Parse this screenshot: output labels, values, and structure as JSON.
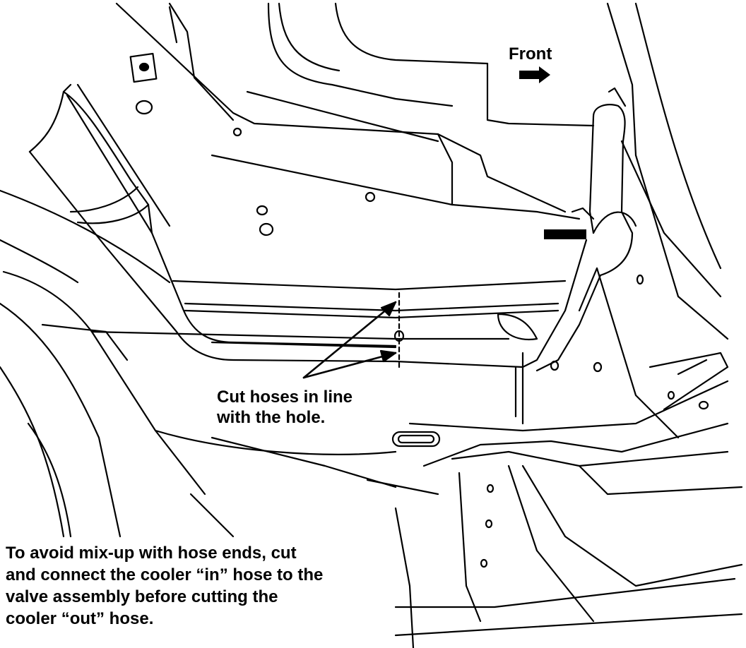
{
  "labels": {
    "front": "Front",
    "cut_hoses": [
      "Cut hoses in line",
      "with the hole."
    ],
    "note": [
      "To avoid mix-up with hose ends, cut",
      "and connect the cooler “in” hose to the",
      "valve assembly before cutting the",
      "cooler “out” hose."
    ]
  },
  "colors": {
    "ink": "#000000",
    "paper": "#ffffff"
  }
}
